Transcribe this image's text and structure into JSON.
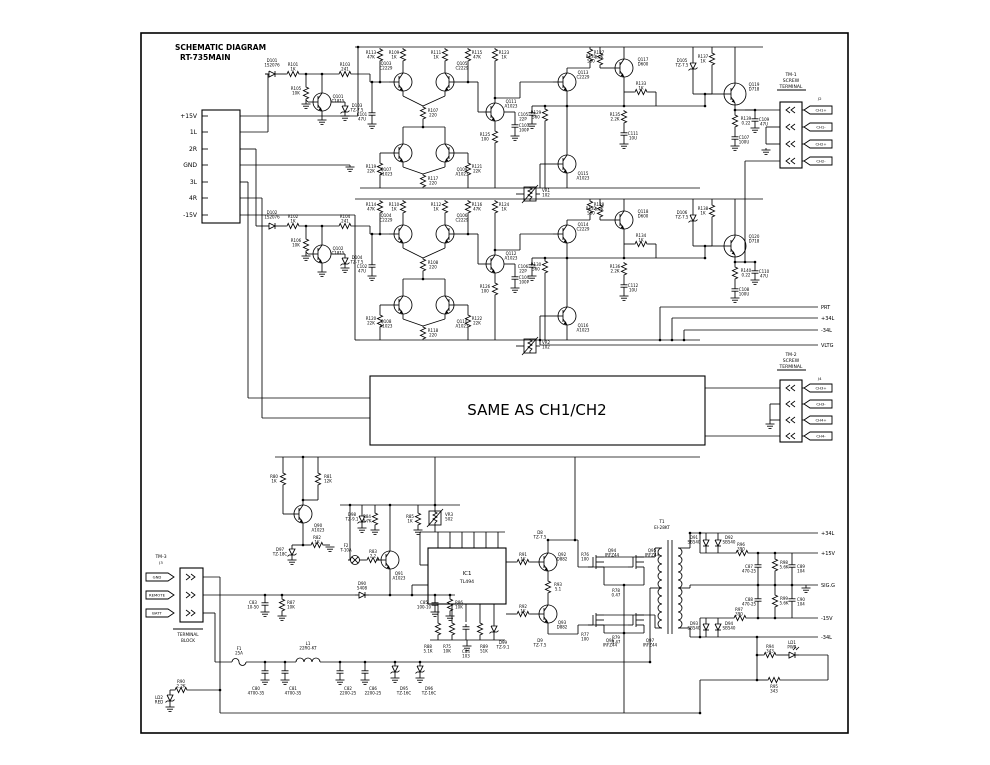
{
  "title": {
    "line1": "SCHEMATIC DIAGRAM",
    "line2": "RT-735MAIN"
  },
  "left_connector": {
    "pins": [
      "+15V",
      "1L",
      "2R",
      "GND",
      "3L",
      "4R",
      "-15V"
    ]
  },
  "same_as_box": {
    "label": "SAME AS CH1/CH2"
  },
  "tm1": {
    "name": "TM-1",
    "sub1": "SCREW",
    "sub2": "TERMINAL",
    "jack": "J2",
    "tags": [
      "CH1+",
      "CH1-",
      "CH2+",
      "CH2-"
    ]
  },
  "tm2": {
    "name": "TM-2",
    "sub1": "SCREW",
    "sub2": "TERMINAL",
    "jack": "J4",
    "tags": [
      "CH3+",
      "CH3-",
      "CH4+",
      "CH4-"
    ]
  },
  "tm3": {
    "name": "TM-3",
    "jack": "J3",
    "tags": [
      "GND",
      "REMOTE",
      "BATT"
    ],
    "caption1": "TERMINAL",
    "caption2": "BLOCK"
  },
  "offpage_right": [
    "PRT",
    "+34L",
    "-34L",
    "VLTG"
  ],
  "rails_right": [
    "+34L",
    "+15V",
    "SIG.G",
    "-15V",
    "-34L"
  ],
  "ch1": {
    "q": [
      [
        "Q101",
        "C1815"
      ],
      [
        "Q103",
        "C2229"
      ],
      [
        "Q105",
        "C2229"
      ],
      [
        "Q107",
        "A1023"
      ],
      [
        "Q109",
        "A1023"
      ],
      [
        "Q111",
        "A1023"
      ],
      [
        "Q113",
        "C2229"
      ],
      [
        "Q115",
        "A1023"
      ],
      [
        "Q117",
        "D600"
      ],
      [
        "Q119",
        "D718"
      ]
    ],
    "r": [
      [
        "R101",
        "1K"
      ],
      [
        "R103",
        "241"
      ],
      [
        "R105",
        "10K"
      ],
      [
        "R107",
        "220"
      ],
      [
        "R109",
        "1K"
      ],
      [
        "R111",
        "1K"
      ],
      [
        "R113",
        "47K"
      ],
      [
        "R115",
        "47K"
      ],
      [
        "R117",
        "220"
      ],
      [
        "R119",
        "22K"
      ],
      [
        "R121",
        "22K"
      ],
      [
        "R123",
        "1K"
      ],
      [
        "R125",
        "100"
      ],
      [
        "R127",
        "8.2K"
      ],
      [
        "R129",
        "560"
      ],
      [
        "R131",
        "560"
      ],
      [
        "R133",
        "1K"
      ],
      [
        "R135",
        "2.2K"
      ],
      [
        "R137",
        "1K"
      ],
      [
        "R139",
        "0.22"
      ]
    ],
    "c": [
      [
        "C101",
        "47U"
      ],
      [
        "C103",
        "100P"
      ],
      [
        "C105",
        "22P"
      ],
      [
        "C107",
        "100U"
      ],
      [
        "C109",
        "47U"
      ],
      [
        "C111",
        "10U"
      ]
    ],
    "d": [
      [
        "D101",
        "1S2076"
      ],
      [
        "D103",
        "TZ-7.5"
      ],
      [
        "D105",
        "TZ-7.5"
      ]
    ],
    "vr": [
      "VR1",
      "102"
    ]
  },
  "ch2": {
    "q": [
      [
        "Q102",
        "C1815"
      ],
      [
        "Q104",
        "C2229"
      ],
      [
        "Q106",
        "C2229"
      ],
      [
        "Q108",
        "A1023"
      ],
      [
        "Q110",
        "A1023"
      ],
      [
        "Q112",
        "A1023"
      ],
      [
        "Q114",
        "C2229"
      ],
      [
        "Q116",
        "A1023"
      ],
      [
        "Q118",
        "D600"
      ],
      [
        "Q120",
        "D718"
      ]
    ],
    "r": [
      [
        "R102",
        "1K"
      ],
      [
        "R104",
        "241"
      ],
      [
        "R106",
        "10K"
      ],
      [
        "R108",
        "220"
      ],
      [
        "R110",
        "1K"
      ],
      [
        "R112",
        "1K"
      ],
      [
        "R114",
        "47K"
      ],
      [
        "R116",
        "47K"
      ],
      [
        "R118",
        "220"
      ],
      [
        "R120",
        "22K"
      ],
      [
        "R122",
        "22K"
      ],
      [
        "R124",
        "1K"
      ],
      [
        "R126",
        "100"
      ],
      [
        "R128",
        "8.2K"
      ],
      [
        "R130",
        "560"
      ],
      [
        "R132",
        "560"
      ],
      [
        "R134",
        "1K"
      ],
      [
        "R136",
        "2.2K"
      ],
      [
        "R138",
        "1K"
      ],
      [
        "R140",
        "0.22"
      ]
    ],
    "c": [
      [
        "C102",
        "47U"
      ],
      [
        "C104",
        "100P"
      ],
      [
        "C106",
        "22P"
      ],
      [
        "C108",
        "100U"
      ],
      [
        "C110",
        "47U"
      ],
      [
        "C112",
        "10U"
      ]
    ],
    "d": [
      [
        "D102",
        "1S2076"
      ],
      [
        "D104",
        "TZ-7.5"
      ],
      [
        "D106",
        "TZ-7.5"
      ]
    ],
    "vr": [
      "VR2",
      "102"
    ]
  },
  "psu": {
    "q": [
      [
        "Q90",
        "A1023"
      ],
      [
        "Q91",
        "A1023"
      ],
      [
        "Q92",
        "D882"
      ],
      [
        "Q93",
        "D882"
      ],
      [
        "Q94",
        "IRFZ44"
      ],
      [
        "Q95",
        "IRFZ44"
      ],
      [
        "Q96",
        "IRFZ44"
      ],
      [
        "Q97",
        "IRFZ44"
      ]
    ],
    "r": [
      [
        "R80",
        "1K"
      ],
      [
        "R81",
        "12K"
      ],
      [
        "R82",
        "1K"
      ],
      [
        "R83",
        "2.2"
      ],
      [
        "R84",
        "4.7K"
      ],
      [
        "R85",
        "1K"
      ],
      [
        "R86",
        "10K"
      ],
      [
        "R87",
        "10K"
      ],
      [
        "R88",
        "5.1K"
      ],
      [
        "R89",
        "51K"
      ],
      [
        "R90",
        "2.2K"
      ],
      [
        "R91",
        "1K"
      ],
      [
        "R92",
        "1K"
      ],
      [
        "R93",
        "5.1"
      ],
      [
        "R94",
        "343"
      ],
      [
        "R95",
        "343"
      ],
      [
        "R96",
        "390"
      ],
      [
        "R97",
        "390"
      ],
      [
        "R98",
        "5.6K"
      ],
      [
        "R99",
        "5.6K"
      ],
      [
        "R76",
        "100"
      ],
      [
        "R77",
        "100"
      ],
      [
        "R78",
        "0.47"
      ],
      [
        "R79",
        "0.47"
      ],
      [
        "R75",
        "10K"
      ]
    ],
    "c": [
      [
        "C80",
        "4700-35"
      ],
      [
        "C81",
        "4700-35"
      ],
      [
        "C82",
        "2200-25"
      ],
      [
        "C83",
        "10-50"
      ],
      [
        "C84",
        "103"
      ],
      [
        "C85",
        "100-10"
      ],
      [
        "C87",
        "470-25"
      ],
      [
        "C88",
        "470-25"
      ],
      [
        "C89",
        "104"
      ],
      [
        "C90",
        "104"
      ],
      [
        "C86",
        "2200-25"
      ]
    ],
    "d": [
      [
        "D90",
        "5408"
      ],
      [
        "D91",
        "SB540"
      ],
      [
        "D92",
        "SB540"
      ],
      [
        "D93",
        "SB540"
      ],
      [
        "D94",
        "SB540"
      ],
      [
        "D95",
        "TZ-16C"
      ],
      [
        "D96",
        "TZ-16C"
      ],
      [
        "D97",
        "TZ-18C"
      ],
      [
        "D98",
        "TZ-9.1"
      ],
      [
        "D99",
        "TZ-9.1"
      ],
      [
        "D8",
        "TZ-7.5"
      ],
      [
        "D9",
        "TZ-7.5"
      ]
    ],
    "ic": [
      "IC1",
      "TL494"
    ],
    "t": [
      "T1",
      "EI-28KT"
    ],
    "l": [
      "L1",
      "22RG-KT"
    ],
    "f": [
      [
        "F1",
        "25A"
      ],
      [
        "F2",
        "T-10A"
      ]
    ],
    "vr": [
      "VR3",
      "502"
    ],
    "led": [
      "LD1",
      "PWR"
    ],
    "led2": [
      "LD2",
      "RED"
    ]
  }
}
